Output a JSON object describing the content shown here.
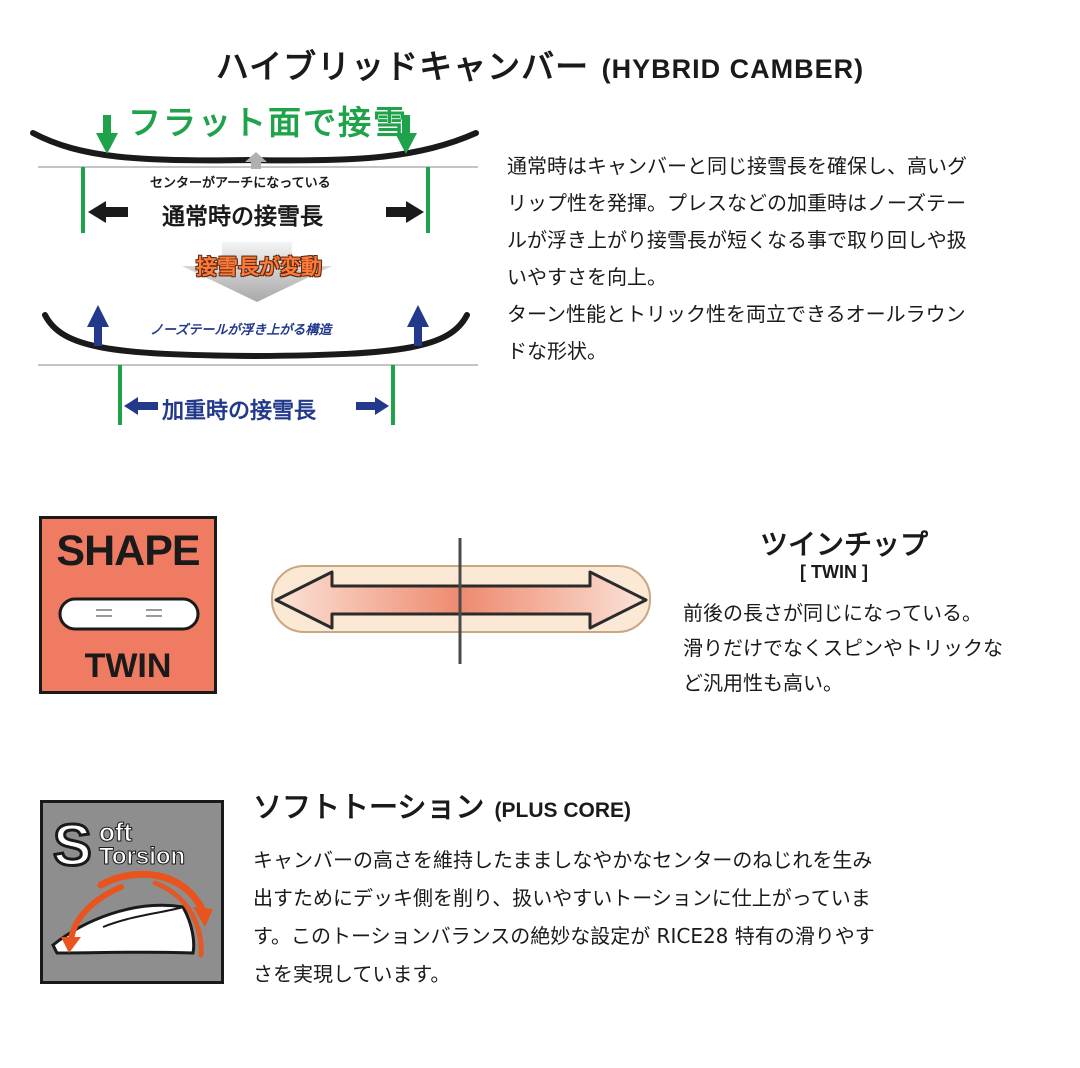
{
  "hybrid": {
    "title_jp": "ハイブリッドキャンバー",
    "title_en": "(HYBRID CAMBER)",
    "flat_label": "フラット面で接雪",
    "center_arch": "センターがアーチになっている",
    "normal_length": "通常時の接雪長",
    "length_change": "接雪長が変動",
    "nose_tail_lift": "ノーズテールが浮き上がる構造",
    "loaded_length": "加重時の接雪長",
    "description": [
      "通常時はキャンバーと同じ接雪長を確保し、高いグ",
      "リップ性を発揮。プレスなどの加重時はノーズテー",
      "ルが浮き上がり接雪長が短くなる事で取り回しや扱",
      "いやすさを向上。",
      "ターン性能とトリック性を両立できるオールラウン",
      "ドな形状。"
    ]
  },
  "shape": {
    "badge_title": "SHAPE",
    "badge_sub": "TWIN",
    "name_jp": "ツインチップ",
    "name_en": "[ TWIN ]",
    "description": [
      "前後の長さが同じになっている。",
      "滑りだけでなくスピンやトリックな",
      "ど汎用性も高い。"
    ]
  },
  "torsion": {
    "badge_line1": "oft",
    "badge_line2": "Torsion",
    "badge_initial": "S",
    "title_jp": "ソフトトーション",
    "title_en": "(PLUS CORE)",
    "description": [
      "キャンバーの高さを維持したまましなやかなセンターのねじれを生み",
      "出すためにデッキ側を削り、扱いやすいトーションに仕上がっていま",
      "す。このトーションバランスの絶妙な設定が RICE28 特有の滑りやす",
      "さを実現しています。"
    ]
  },
  "colors": {
    "green": "#1fa34a",
    "navy": "#233a8c",
    "shape_badge": "#ef7b62",
    "torsion_badge": "#8e8e8e",
    "twin_arrow": "#f2a488"
  }
}
